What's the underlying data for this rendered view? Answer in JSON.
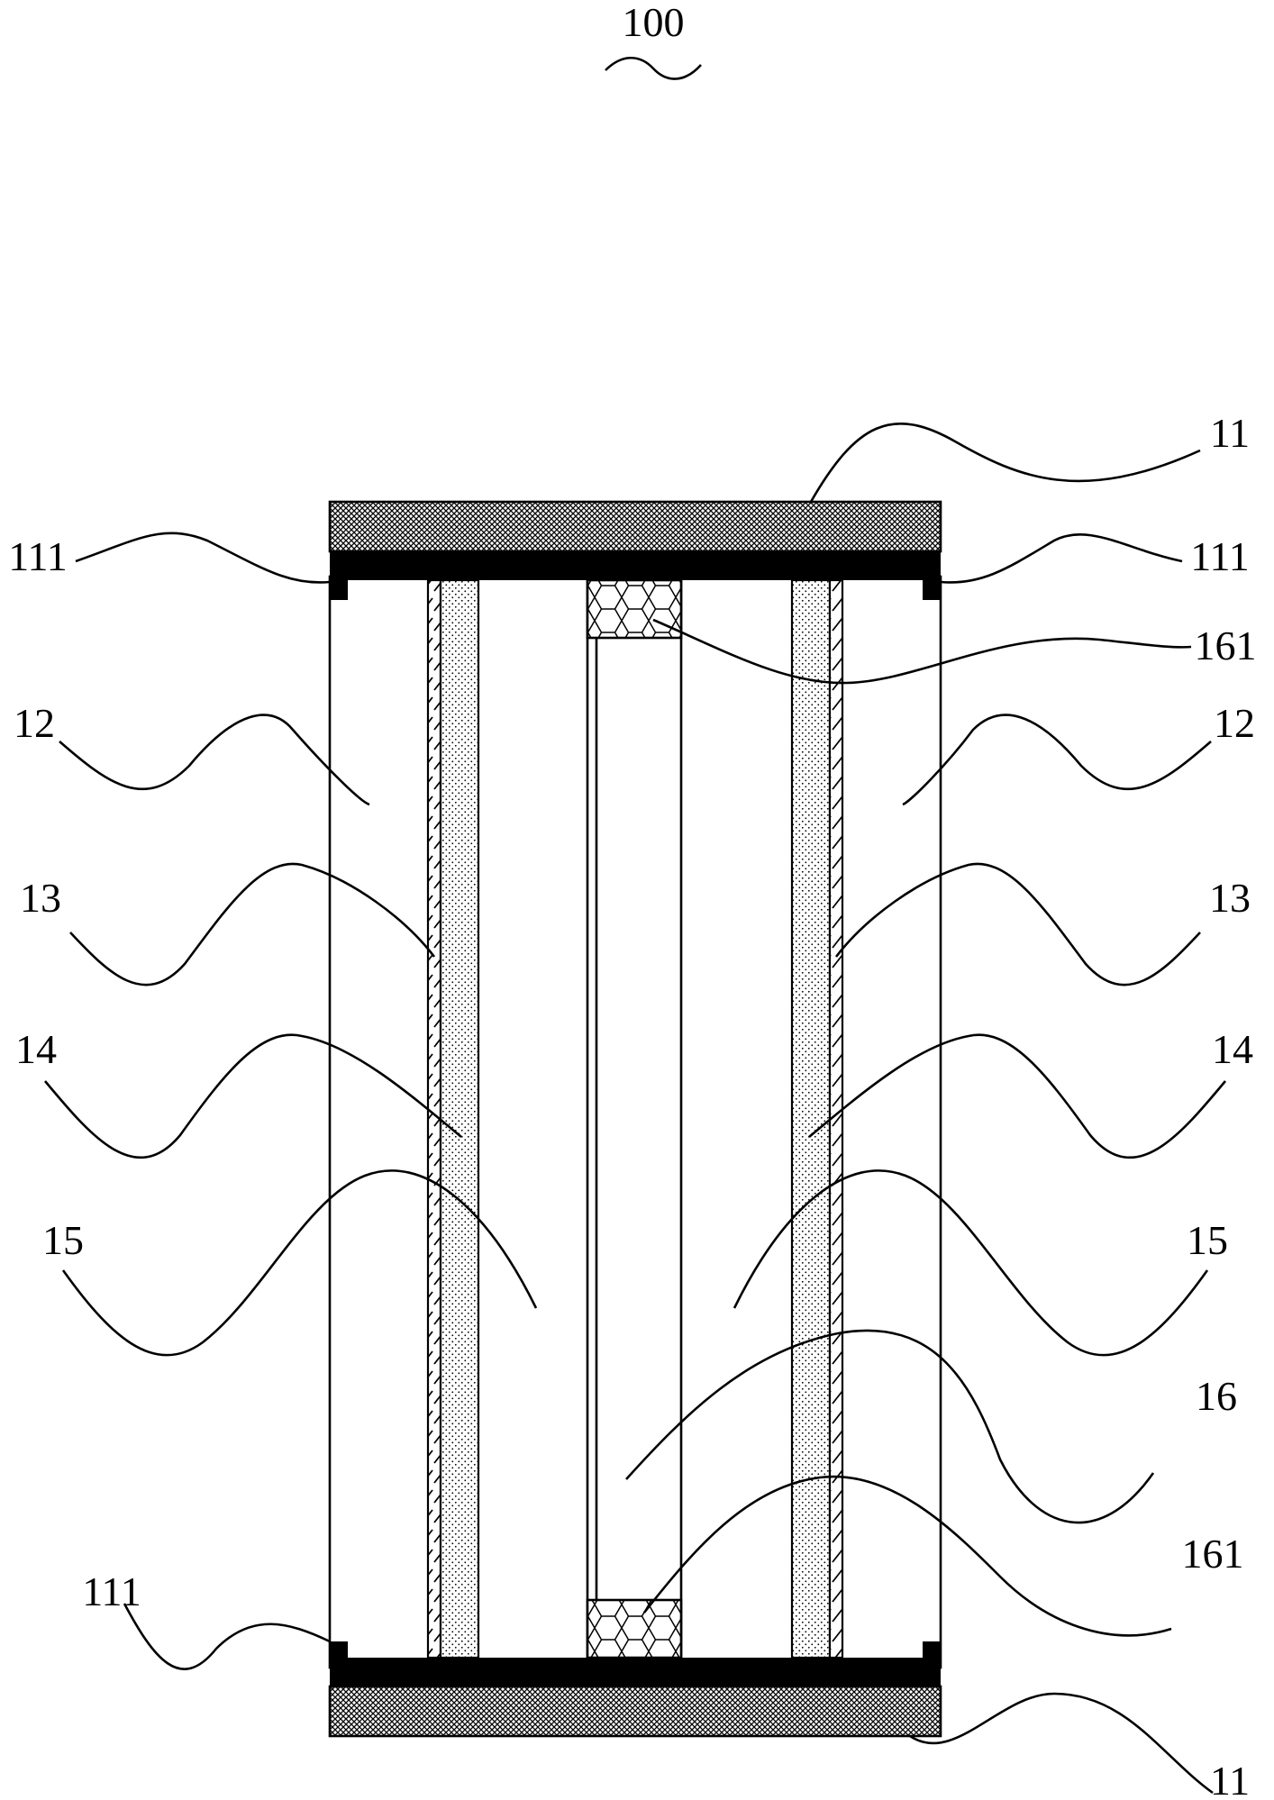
{
  "figure": {
    "number": "100",
    "labels": {
      "top_right_11": "11",
      "bottom_right_11": "11",
      "top_left_111": "111",
      "top_right_111": "111",
      "bottom_left_111": "111",
      "left_12": "12",
      "right_12": "12",
      "left_13": "13",
      "right_13": "13",
      "left_14": "14",
      "right_14": "14",
      "left_15": "15",
      "right_15": "15",
      "right_16": "16",
      "right_161_top": "161",
      "right_161_bottom": "161"
    }
  }
}
